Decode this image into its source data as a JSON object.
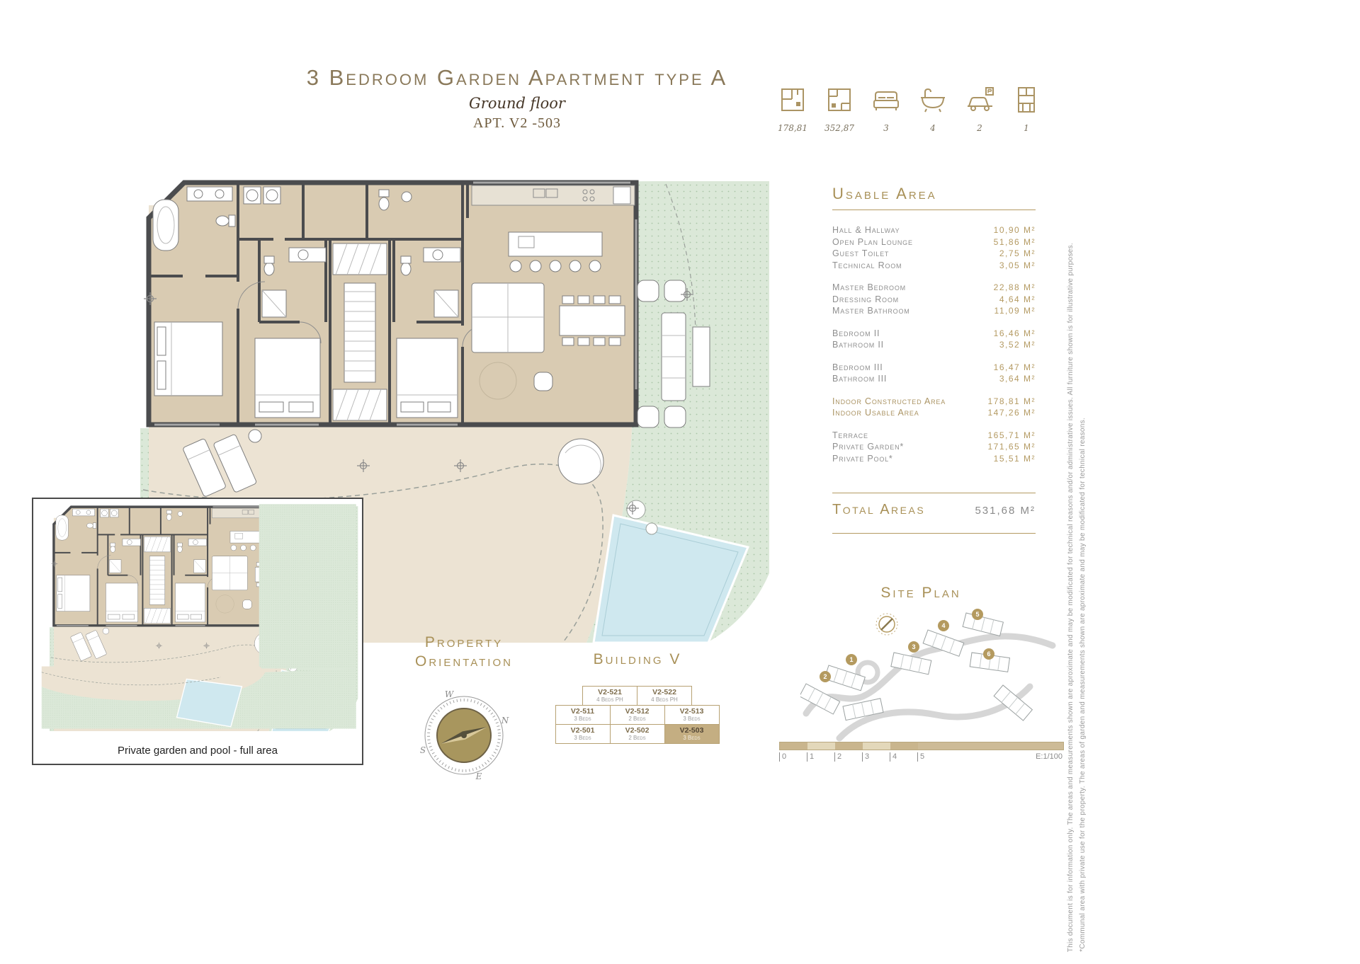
{
  "header": {
    "title": "3 Bedroom Garden Apartment type A",
    "subtitle": "Ground floor",
    "apartment": "APT. V2 -503"
  },
  "spec_icons": [
    {
      "icon": "indoor-plan-icon",
      "value": "178,81"
    },
    {
      "icon": "total-plan-icon",
      "value": "352,87"
    },
    {
      "icon": "bedrooms-icon",
      "value": "3"
    },
    {
      "icon": "bathrooms-icon",
      "value": "4"
    },
    {
      "icon": "parking-icon",
      "value": "2"
    },
    {
      "icon": "storage-icon",
      "value": "1"
    }
  ],
  "usable_area": {
    "heading": "Usable Area",
    "groups": [
      [
        {
          "label": "Hall & Hallway",
          "value": "10,90 M²"
        },
        {
          "label": "Open Plan Lounge",
          "value": "51,86 M²"
        },
        {
          "label": "Guest Toilet",
          "value": "2,75 M²"
        },
        {
          "label": "Technical Room",
          "value": "3,05 M²"
        }
      ],
      [
        {
          "label": "Master Bedroom",
          "value": "22,88 M²"
        },
        {
          "label": "Dressing Room",
          "value": "4,64 M²"
        },
        {
          "label": "Master Bathroom",
          "value": "11,09 M²"
        }
      ],
      [
        {
          "label": "Bedroom II",
          "value": "16,46 M²"
        },
        {
          "label": "Bathroom II",
          "value": "3,52 M²"
        }
      ],
      [
        {
          "label": "Bedroom III",
          "value": "16,47 M²"
        },
        {
          "label": "Bathroom III",
          "value": "3,64 M²"
        }
      ]
    ],
    "summary": [
      {
        "label": "Indoor Constructed Area",
        "value": "178,81 M²"
      },
      {
        "label": "Indoor Usable Area",
        "value": "147,26 M²"
      }
    ],
    "outdoor": [
      {
        "label": "Terrace",
        "value": "165,71 M²"
      },
      {
        "label": "Private Garden*",
        "value": "171,65 M²"
      },
      {
        "label": "Private Pool*",
        "value": "15,51 M²"
      }
    ],
    "total": {
      "label": "Total Areas",
      "value": "531,68 M²"
    }
  },
  "site_plan": {
    "heading": "Site Plan",
    "markers": [
      "1",
      "2",
      "3",
      "4",
      "5",
      "6"
    ]
  },
  "scale_bar": {
    "ticks": [
      "0",
      "1",
      "2",
      "3",
      "4",
      "5"
    ],
    "scale_label": "E:1/100"
  },
  "orientation": {
    "line1": "Property",
    "line2": "Orientation",
    "compass": {
      "n": "N",
      "e": "E",
      "s": "S",
      "w": "W"
    }
  },
  "building": {
    "heading": "Building V",
    "highlight_unit": "V2-503",
    "rows": [
      [
        {
          "unit": "V2-521",
          "beds": "4 Beds PH"
        },
        {
          "unit": "V2-522",
          "beds": "4 Beds PH"
        }
      ],
      [
        {
          "unit": "V2-511",
          "beds": "3 Beds"
        },
        {
          "unit": "V2-512",
          "beds": "2 Beds"
        },
        {
          "unit": "V2-513",
          "beds": "3 Beds"
        }
      ],
      [
        {
          "unit": "V2-501",
          "beds": "3 Beds"
        },
        {
          "unit": "V2-502",
          "beds": "2 Beds"
        },
        {
          "unit": "V2-503",
          "beds": "3 Beds"
        }
      ]
    ]
  },
  "inset": {
    "caption": "Private garden and pool - full area"
  },
  "disclaimer": {
    "line1": "This document is for information only. The areas and measurements shown are aproximate and may be modificated for technical reasons and/or administrative issues. All furniture shown is for illustrative purposes.",
    "line2": "*Communal area with private use for the property. The areas of garden and measurements shown are aproximate and may be modificated for technical reasons."
  },
  "colors": {
    "accent_gold": "#ab9464",
    "wall": "#4b4c4e",
    "interior_floor": "#d9cbb2",
    "terrace": "#ece3d3",
    "garden": "#dbe8d8",
    "pool": "#cfe8ef"
  }
}
